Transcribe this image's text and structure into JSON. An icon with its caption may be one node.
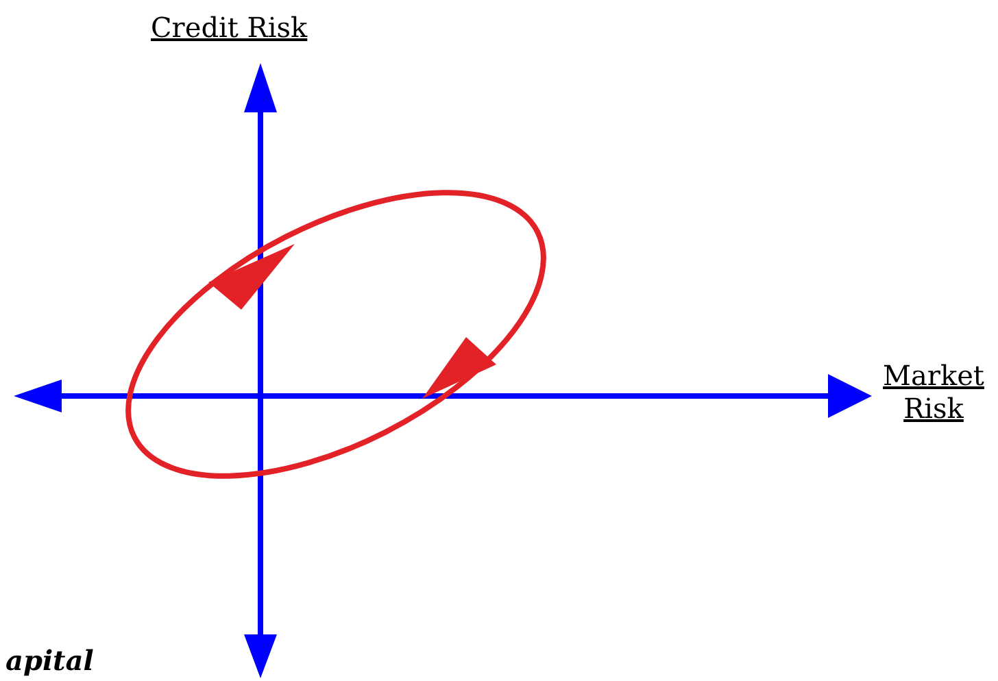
{
  "diagram": {
    "labels": [
      "Credit Risk",
      "Market Risk",
      "apital"
    ]
  }
}
